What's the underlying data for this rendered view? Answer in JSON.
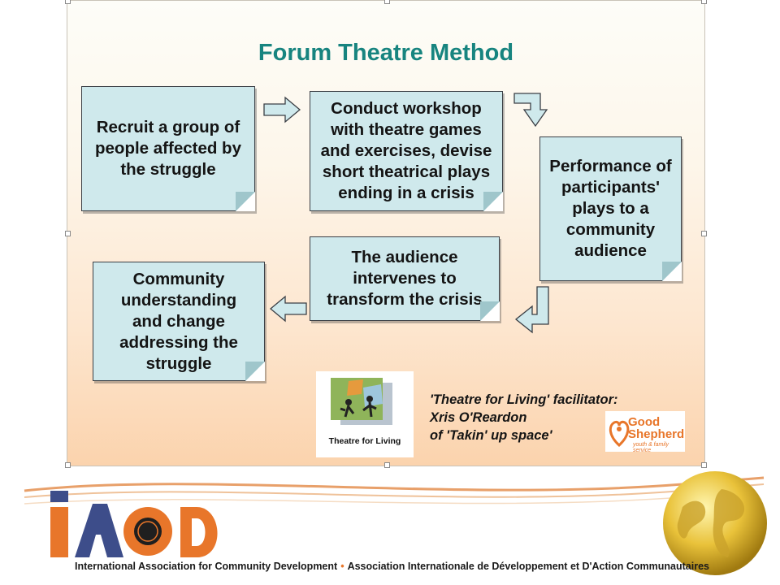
{
  "slide": {
    "title": "Forum Theatre Method",
    "steps": {
      "recruit": "Recruit a group of people affected by the struggle",
      "workshop": "Conduct workshop with theatre games and exercises, devise short theatrical plays ending in a crisis",
      "performance": "Performance of participants' plays to a community audience",
      "intervene": "The audience intervenes to transform the crisis",
      "community": "Community understanding and change addressing the struggle"
    },
    "caption": {
      "line1": "'Theatre for Living' facilitator:",
      "line2": "Xris O'Reardon",
      "line3": "of 'Takin' up space'"
    },
    "theatre_logo_label": "Theatre for Living",
    "gs_logo": {
      "line1": "Good",
      "line2": "Shepherd",
      "sub": "youth & family service"
    }
  },
  "footer": {
    "org_short": "iACD",
    "org_english": "International Association for Community Development",
    "org_french": "Association Internationale de Développement et D'Action Communautaires"
  },
  "colors": {
    "title": "#17847f",
    "note_fill": "#cfe9ec",
    "iacd_blue": "#3d4d8a",
    "iacd_orange": "#e8762a"
  }
}
